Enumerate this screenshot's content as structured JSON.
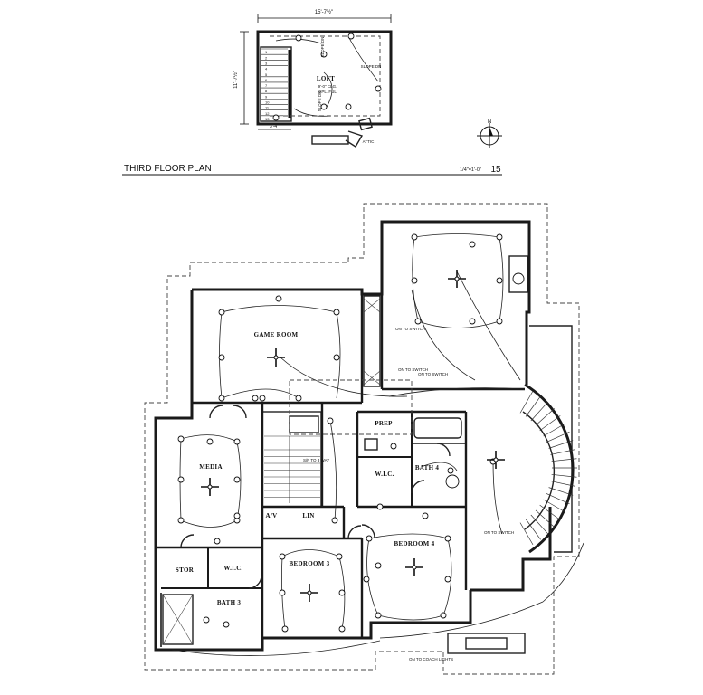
{
  "sheet": {
    "title": "THIRD FLOOR PLAN",
    "scale": "1/4\"=1'-0\"",
    "number": "15",
    "north_label": "N"
  },
  "third_floor": {
    "dimension_width": "15'-7½\"",
    "dimension_height": "11'-7½\"",
    "dimension_small": "3'-4\"",
    "rooms": {
      "loft": "LOFT",
      "attic": "ATTIC"
    },
    "notes": {
      "slope_dn_1": "SLOPE DN",
      "slope_dn_2": "SLOPE DN",
      "slope_dn_3": "SLOPE DN",
      "ceiling": "9'-0\" CLG.",
      "clg_2": "CPL. FUL"
    },
    "stair_steps": [
      "1",
      "2",
      "3",
      "4",
      "5",
      "6",
      "7",
      "8",
      "9",
      "10",
      "11",
      "12",
      "13"
    ]
  },
  "second_floor": {
    "rooms": {
      "game_room": "GAME ROOM",
      "media": "MEDIA",
      "stor": "STOR",
      "wic_1": "W.I.C.",
      "bath_3": "BATH 3",
      "bedroom_3": "BEDROOM 3",
      "bedroom_4": "BEDROOM 4",
      "bath_4": "BATH 4",
      "wic_2": "W.I.C.",
      "prep": "PREP",
      "lin": "LIN",
      "a_v": "A/V"
    },
    "notes": {
      "on_to_switch_1": "ON TO SWITCH",
      "on_to_switch_2": "ON TO SWITCH",
      "on_to_switch_3": "ON TO SWITCH",
      "on_to_switch_4": "ON TO SWITCH",
      "coach_lights": "ON TO COACH LIGHTS",
      "stair_note": "S/P TO 3 WAY"
    }
  }
}
